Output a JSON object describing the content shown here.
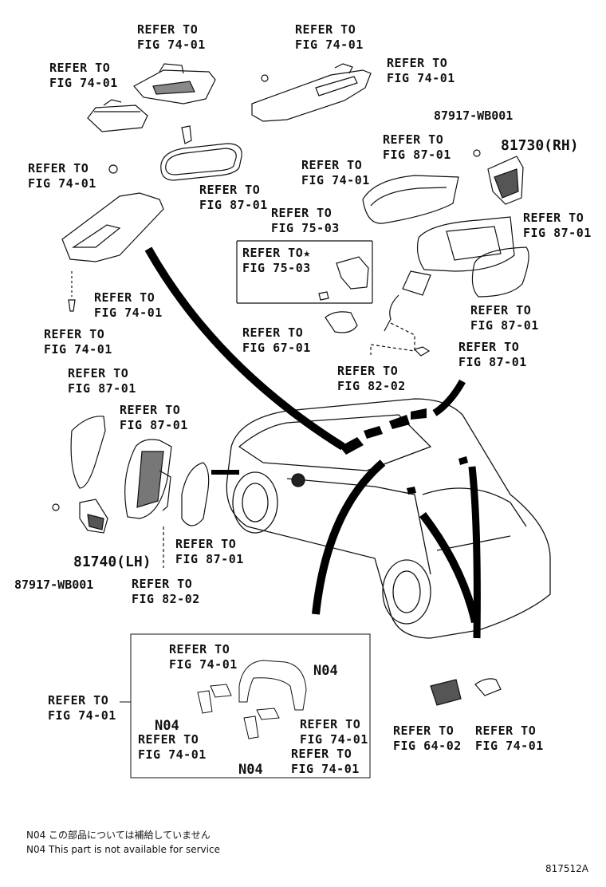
{
  "labels": {
    "r1": [
      "REFER TO",
      "FIG 74-01"
    ],
    "r2": [
      "REFER TO",
      "FIG 74-01"
    ],
    "r3": [
      "REFER TO",
      "FIG 74-01"
    ],
    "r4": [
      "REFER TO",
      "FIG 74-01"
    ],
    "r5": [
      "REFER TO",
      "FIG 87-01"
    ],
    "r6": [
      "REFER TO",
      "FIG 74-01"
    ],
    "r7": [
      "REFER TO",
      "FIG 87-01"
    ],
    "r8": [
      "REFER TO",
      "FIG 74-01"
    ],
    "r9": [
      "REFER TO",
      "FIG 75-03"
    ],
    "r10": [
      "REFER TO★",
      "FIG 75-03"
    ],
    "r11": [
      "REFER TO",
      "FIG 87-01"
    ],
    "r12": [
      "REFER TO",
      "FIG 74-01"
    ],
    "r13": [
      "REFER TO",
      "FIG 74-01"
    ],
    "r14": [
      "REFER TO",
      "FIG 67-01"
    ],
    "r15": [
      "REFER TO",
      "FIG 87-01"
    ],
    "r16": [
      "REFER TO",
      "FIG 87-01"
    ],
    "r17": [
      "REFER TO",
      "FIG 82-02"
    ],
    "r18": [
      "REFER TO",
      "FIG 87-01"
    ],
    "r19": [
      "REFER TO",
      "FIG 87-01"
    ],
    "r20": [
      "REFER TO",
      "FIG 87-01"
    ],
    "r21": [
      "REFER TO",
      "FIG 82-02"
    ],
    "r22": [
      "REFER TO",
      "FIG 74-01"
    ],
    "r23": [
      "REFER TO",
      "FIG 74-01"
    ],
    "r24": [
      "REFER TO",
      "FIG 74-01"
    ],
    "r25": [
      "REFER TO",
      "FIG 74-01"
    ],
    "r26": [
      "REFER TO",
      "FIG 74-01"
    ],
    "r27": [
      "REFER TO",
      "FIG 64-02"
    ],
    "r28": [
      "REFER TO",
      "FIG 74-01"
    ]
  },
  "parts": {
    "p87917_rh": "87917-WB001",
    "p81730": "81730(RH)",
    "p81740": "81740(LH)",
    "p87917_lh": "87917-WB001",
    "n04_a": "N04",
    "n04_b": "N04",
    "n04_c": "N04"
  },
  "notes": {
    "jp": "N04 この部品については補給していません",
    "en": "N04 This part is not available for service",
    "code": "817512A"
  }
}
